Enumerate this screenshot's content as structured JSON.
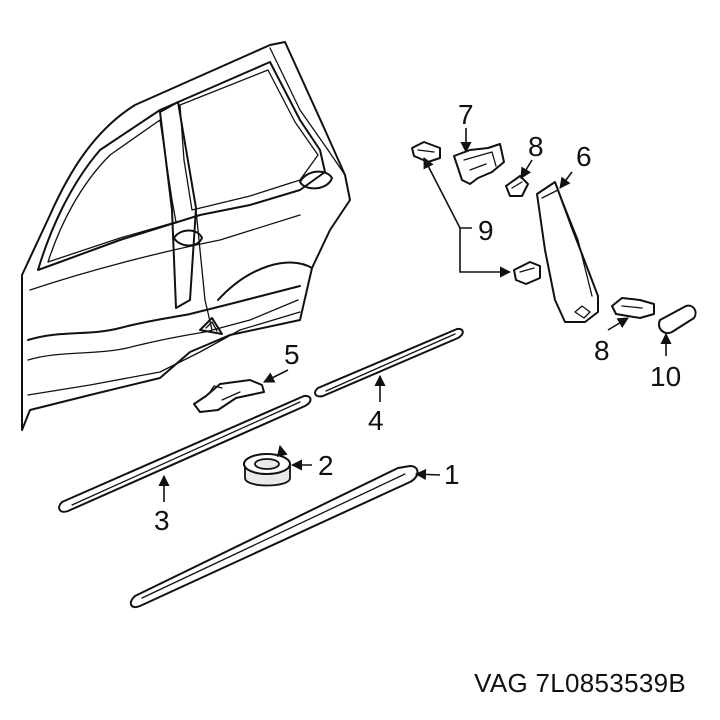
{
  "callouts": {
    "c1": "1",
    "c2": "2",
    "c3": "3",
    "c4": "4",
    "c5": "5",
    "c6": "6",
    "c7": "7",
    "c8a": "8",
    "c8b": "8",
    "c9": "9",
    "c10": "10"
  },
  "caption": "VAG 7L0853539B"
}
